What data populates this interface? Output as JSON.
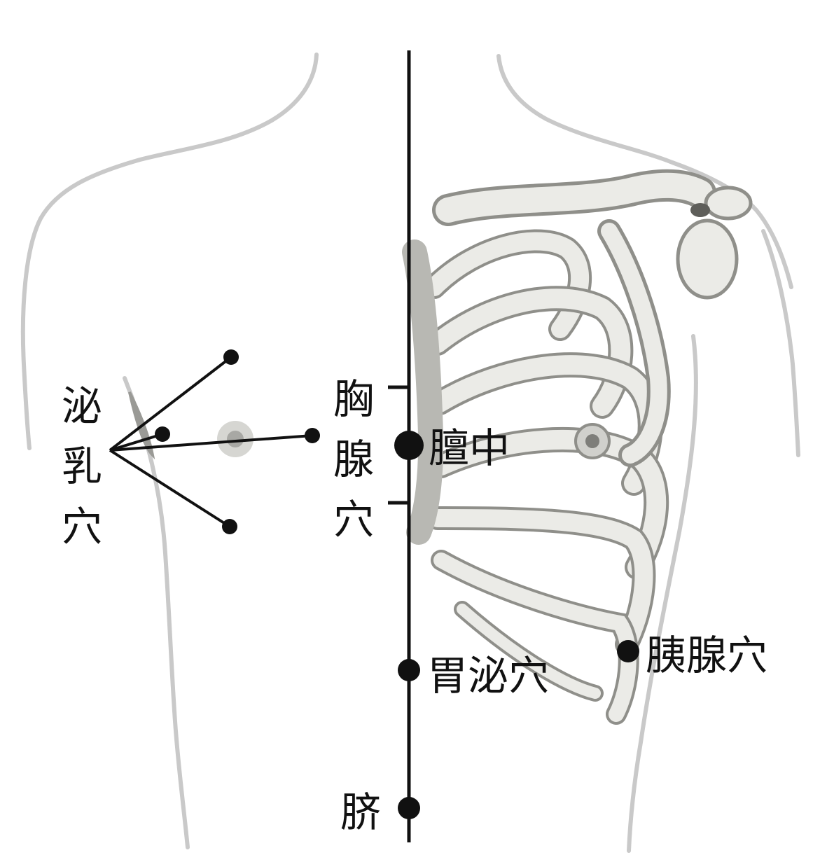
{
  "colors": {
    "ink": "#111111",
    "body_outline": "#c9c9c9",
    "bone_fill": "#ebebe7",
    "bone_edge": "#8f8f8a",
    "bone_shadow": "#5e5e5a",
    "skin_shadow": "#9a9a96"
  },
  "labels": {
    "breast_point": [
      "泌",
      "乳",
      "穴"
    ],
    "chest_gland": [
      "胸",
      "腺",
      "穴"
    ],
    "shanzhong": "膻中",
    "stomach_point": "胃泌穴",
    "pancreas_point": "胰腺穴",
    "navel": "脐"
  }
}
